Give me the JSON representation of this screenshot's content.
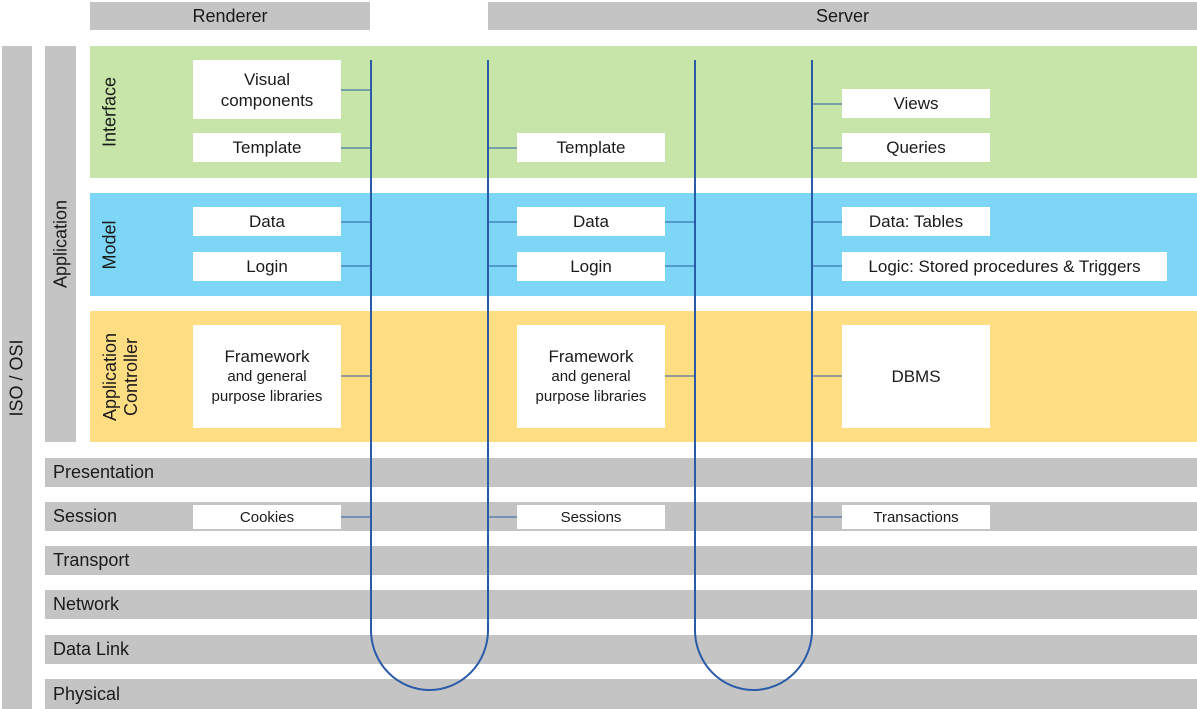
{
  "columns": {
    "renderer": "Renderer",
    "server": "Server"
  },
  "sidebar": {
    "iso_osi": "ISO / OSI",
    "application": "Application"
  },
  "app_layers": {
    "interface": [
      "Interface"
    ],
    "model": [
      "Model"
    ],
    "controller": [
      "Application",
      "Controller"
    ]
  },
  "osi_layers": [
    "Presentation",
    "Session",
    "Transport",
    "Network",
    "Data Link",
    "Physical"
  ],
  "boxes": {
    "renderer": {
      "visual_components": [
        "Visual",
        "components"
      ],
      "template": "Template",
      "data": "Data",
      "login": "Login",
      "framework": [
        "Framework",
        "and general",
        "purpose libraries"
      ],
      "cookies": "Cookies"
    },
    "server_app": {
      "template": "Template",
      "data": "Data",
      "login": "Login",
      "framework": [
        "Framework",
        "and general",
        "purpose libraries"
      ],
      "sessions": "Sessions"
    },
    "server_db": {
      "views": "Views",
      "queries": "Queries",
      "data_tables": "Data: Tables",
      "logic": "Logic: Stored procedures & Triggers",
      "dbms": "DBMS",
      "transactions": "Transactions"
    }
  },
  "colors": {
    "layer_gray": "#c4c4c4",
    "interface_green": "#c7e5a8",
    "model_blue": "#7ed6f6",
    "controller_yellow": "#fedd83",
    "wire_blue": "#2a5ba8"
  }
}
